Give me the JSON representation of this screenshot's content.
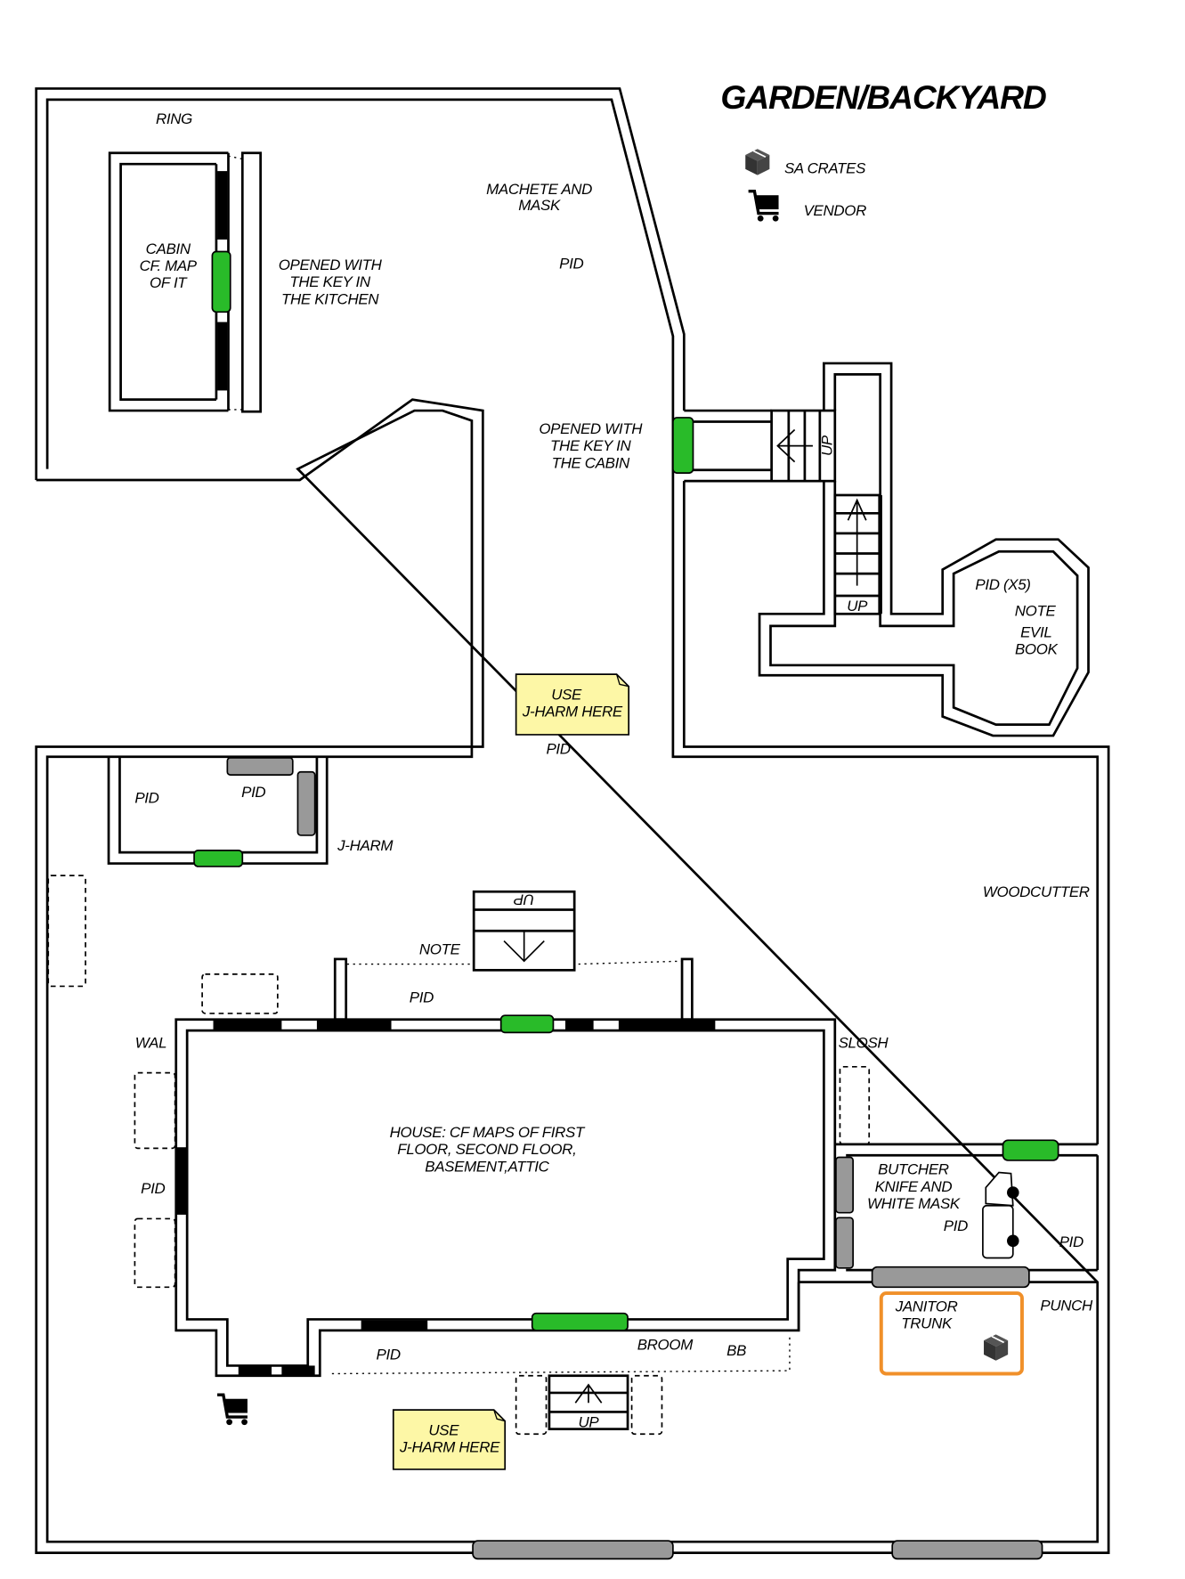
{
  "title": "GARDEN/BACKYARD",
  "legend": [
    {
      "icon": "crate-icon",
      "label": "SA CRATES"
    },
    {
      "icon": "cart-icon",
      "label": "VENDOR"
    }
  ],
  "colors": {
    "door_open": "#29bb29",
    "door_locked": "#999999",
    "highlight": "#f0902a",
    "note": "#fdf7a6"
  },
  "cabin_area": {
    "ring": "RING",
    "cabin": [
      "CABIN",
      "CF. MAP",
      "OF IT"
    ],
    "opened_kitchen": [
      "OPENED WITH",
      "THE KEY IN",
      "THE KITCHEN"
    ],
    "machete": [
      "MACHETE AND",
      "MASK"
    ],
    "pid": "PID",
    "opened_cabin": [
      "OPENED WITH",
      "THE KEY IN",
      "THE CABIN"
    ]
  },
  "tower": {
    "up_side": "UP",
    "up_stairs": "UP",
    "pid_x5": "PID (X5)",
    "note": "NOTE",
    "evil_book": [
      "EVIL",
      "BOOK"
    ]
  },
  "notes": [
    {
      "lines": [
        "USE",
        "J-HARM HERE"
      ]
    },
    {
      "lines": [
        "USE",
        "J-HARM HERE"
      ]
    }
  ],
  "yard": {
    "pid_below_note": "PID",
    "shed_pid_left": "PID",
    "shed_pid_right": "PID",
    "jharm": "J-HARM",
    "woodcutter": "WOODCUTTER",
    "note": "NOTE",
    "stairs_down_up": "UP",
    "pid_above_house": "PID",
    "wal": "WAL",
    "pid_left": "PID",
    "slosh": "SLOSH",
    "house": [
      "HOUSE: CF MAPS OF FIRST",
      "FLOOR, SECOND FLOOR,",
      "BASEMENT,ATTIC"
    ],
    "butcher": [
      "BUTCHER",
      "KNIFE AND",
      "WHITE MASK"
    ],
    "butcher_pid": "PID",
    "butcher_pid_right": "PID",
    "janitor": [
      "JANITOR",
      "TRUNK"
    ],
    "punch": "PUNCH",
    "broom": "BROOM",
    "bb": "BB",
    "pid_bottom": "PID",
    "stairs_up": "UP"
  }
}
